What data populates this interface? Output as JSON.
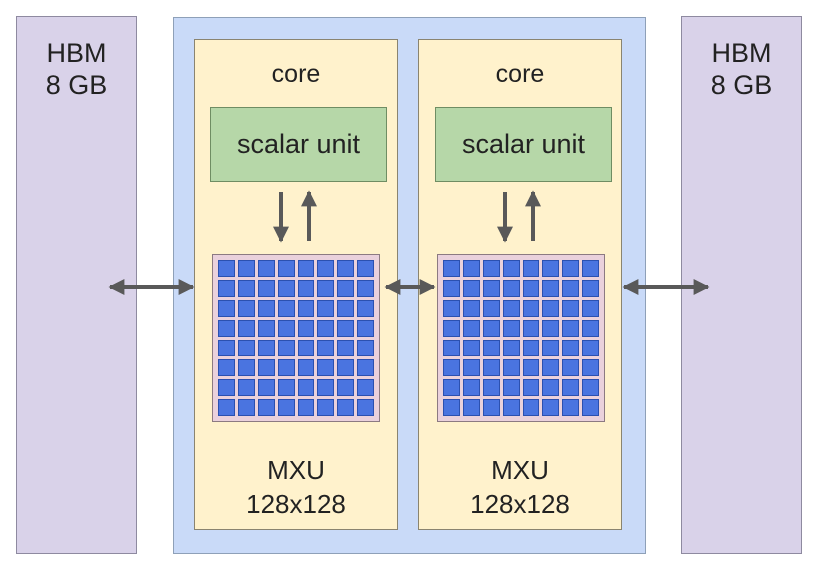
{
  "hbm_left": {
    "label": "HBM\n8 GB"
  },
  "hbm_right": {
    "label": "HBM\n8 GB"
  },
  "cores": [
    {
      "label": "core",
      "scalar_label": "scalar unit",
      "mxu_label": "MXU\n128x128"
    },
    {
      "label": "core",
      "scalar_label": "scalar unit",
      "mxu_label": "MXU\n128x128"
    }
  ],
  "colors": {
    "hbm": "#d9d2e9",
    "chip": "#c9daf8",
    "core": "#fff2cc",
    "scalar_unit": "#b6d7a8",
    "mxu": "#ead1dc",
    "mxu_cell": "#4a74e0",
    "arrow": "#595959"
  },
  "mxu_grid_size": 8
}
